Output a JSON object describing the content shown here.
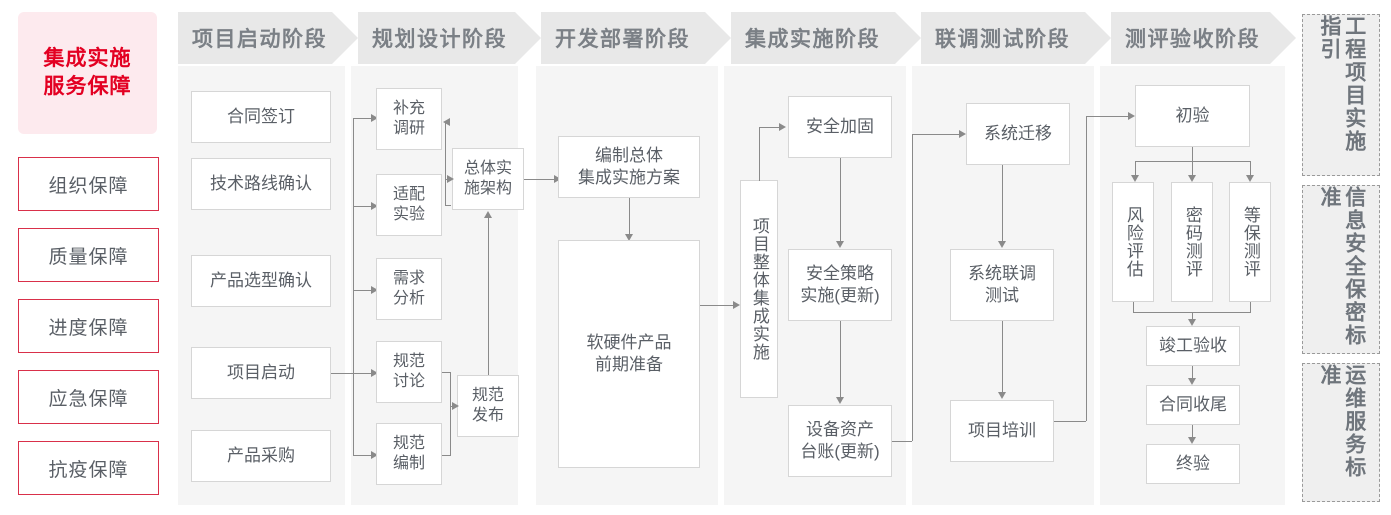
{
  "sidebar": {
    "title": "集成实施\n服务保障",
    "title_line1": "集成实施",
    "title_line2": "服务保障",
    "items": [
      {
        "label": "组织保障"
      },
      {
        "label": "质量保障"
      },
      {
        "label": "进度保障"
      },
      {
        "label": "应急保障"
      },
      {
        "label": "抗疫保障"
      }
    ]
  },
  "phases": [
    {
      "id": "start",
      "title": "项目启动阶段"
    },
    {
      "id": "planning",
      "title": "规划设计阶段"
    },
    {
      "id": "deploy",
      "title": "开发部署阶段"
    },
    {
      "id": "integration",
      "title": "集成实施阶段"
    },
    {
      "id": "testing",
      "title": "联调测试阶段"
    },
    {
      "id": "acceptance",
      "title": "测评验收阶段"
    }
  ],
  "nodes": {
    "start": [
      {
        "label": "合同签订"
      },
      {
        "label": "技术路线确认"
      },
      {
        "label": "产品选型确认"
      },
      {
        "label": "项目启动"
      },
      {
        "label": "产品采购"
      }
    ],
    "planning": [
      {
        "label": "补充\n调研",
        "l1": "补充",
        "l2": "调研"
      },
      {
        "label": "适配\n实验",
        "l1": "适配",
        "l2": "实验"
      },
      {
        "label": "需求\n分析",
        "l1": "需求",
        "l2": "分析"
      },
      {
        "label": "规范\n讨论",
        "l1": "规范",
        "l2": "讨论"
      },
      {
        "label": "规范\n编制",
        "l1": "规范",
        "l2": "编制"
      }
    ],
    "planning_hub": {
      "l1": "总体实",
      "l2": "施架构"
    },
    "planning_pub": {
      "l1": "规范",
      "l2": "发布"
    },
    "deploy": [
      {
        "l1": "编制总体",
        "l2": "集成实施方案"
      },
      {
        "l1": "软硬件产品",
        "l2": "前期准备"
      }
    ],
    "integration_main": {
      "label": "项目整体集成实施"
    },
    "integration": [
      {
        "l1": "安全加固",
        "l2": ""
      },
      {
        "l1": "安全策略",
        "l2": "实施(更新)"
      },
      {
        "l1": "设备资产",
        "l2": "台账(更新)"
      }
    ],
    "testing": [
      {
        "l1": "系统迁移",
        "l2": ""
      },
      {
        "l1": "系统联调",
        "l2": "测试"
      },
      {
        "l1": "项目培训",
        "l2": ""
      }
    ],
    "acceptance_first": {
      "label": "初验"
    },
    "acceptance_tests": [
      {
        "label": "风险评估"
      },
      {
        "label": "密码测评"
      },
      {
        "label": "等保测评"
      }
    ],
    "acceptance_tail": [
      {
        "label": "竣工验收"
      },
      {
        "label": "合同收尾"
      },
      {
        "label": "终验"
      }
    ]
  },
  "standards": [
    {
      "label": "工程项目实施指引"
    },
    {
      "label": "信息安全保密标准"
    },
    {
      "label": "运维服务标准"
    }
  ],
  "colors": {
    "brand_red": "#e30022",
    "brand_pink_bg": "#fdeaee",
    "sidebar_border": "#d9304a",
    "phase_header_bg": "#e8e8e8",
    "phase_body_bg": "#f5f5f5",
    "box_border": "#d6d6d6",
    "connector": "#8a8a8a",
    "text": "#5a5f66"
  }
}
